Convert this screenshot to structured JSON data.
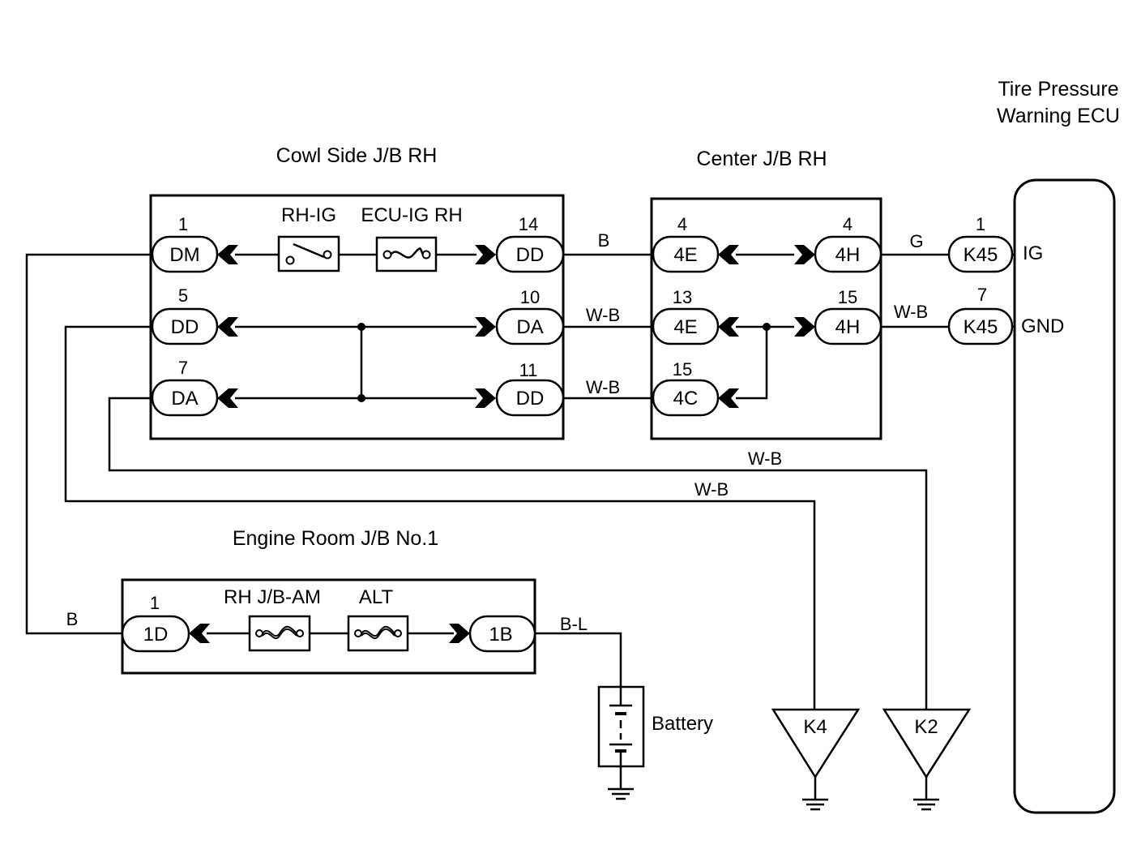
{
  "titles": {
    "cowl": "Cowl Side J/B RH",
    "center": "Center J/B RH",
    "engine": "Engine Room J/B No.1",
    "ecu_line1": "Tire Pressure",
    "ecu_line2": "Warning ECU"
  },
  "components": {
    "rh_ig": "RH-IG",
    "ecu_ig_rh": "ECU-IG RH",
    "rh_jb_am": "RH J/B-AM",
    "alt": "ALT",
    "battery": "Battery"
  },
  "cowl": {
    "l1": {
      "pin": "1",
      "name": "DM"
    },
    "l2": {
      "pin": "5",
      "name": "DD"
    },
    "l3": {
      "pin": "7",
      "name": "DA"
    },
    "r1": {
      "pin": "14",
      "name": "DD"
    },
    "r2": {
      "pin": "10",
      "name": "DA"
    },
    "r3": {
      "pin": "11",
      "name": "DD"
    }
  },
  "center": {
    "l1": {
      "pin": "4",
      "name": "4E"
    },
    "l2": {
      "pin": "13",
      "name": "4E"
    },
    "l3": {
      "pin": "15",
      "name": "4C"
    },
    "r1": {
      "pin": "4",
      "name": "4H"
    },
    "r2": {
      "pin": "15",
      "name": "4H"
    }
  },
  "ecu": {
    "c1": {
      "pin": "1",
      "name": "K45",
      "terminal": "IG"
    },
    "c2": {
      "pin": "7",
      "name": "K45",
      "terminal": "GND"
    }
  },
  "engine": {
    "l1": {
      "pin": "1",
      "name": "1D"
    },
    "r1": {
      "name": "1B"
    }
  },
  "wires": {
    "cowl_center_1": "B",
    "cowl_center_2": "W-B",
    "cowl_center_3": "W-B",
    "center_ecu_1": "G",
    "center_ecu_2": "W-B",
    "to_k2": "W-B",
    "to_k4": "W-B",
    "feed": "B",
    "battery": "B-L"
  },
  "grounds": {
    "k4": "K4",
    "k2": "K2"
  }
}
